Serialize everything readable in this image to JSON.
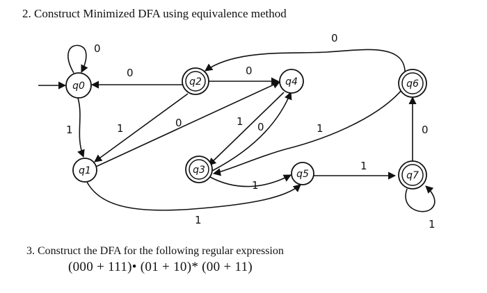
{
  "question2": "2. Construct Minimized DFA using equivalence method",
  "question3_title": "3.  Construct the DFA for the following regular expression",
  "question3_expr": "(000 + 111)• (01 + 10)* (00 + 11)",
  "states": {
    "q0": "q0",
    "q1": "q1",
    "q2": "q2",
    "q3": "q3",
    "q4": "q4",
    "q5": "q5",
    "q6": "q6",
    "q7": "q7"
  },
  "labels": {
    "q0_self": "0",
    "q1_to_q0": "0",
    "q0_to_q1": "1",
    "q2_to_q1": "1",
    "q1_to_q4": "0",
    "q2_to_q4": "0",
    "q4_to_q3": "1",
    "q3_to_q4": "0",
    "q5_to_q3": "1",
    "q6_to_q2": "0",
    "q1_to_q5": "1",
    "q5_to_q7": "1",
    "q7_to_q6": "0",
    "q7_self": "1"
  }
}
